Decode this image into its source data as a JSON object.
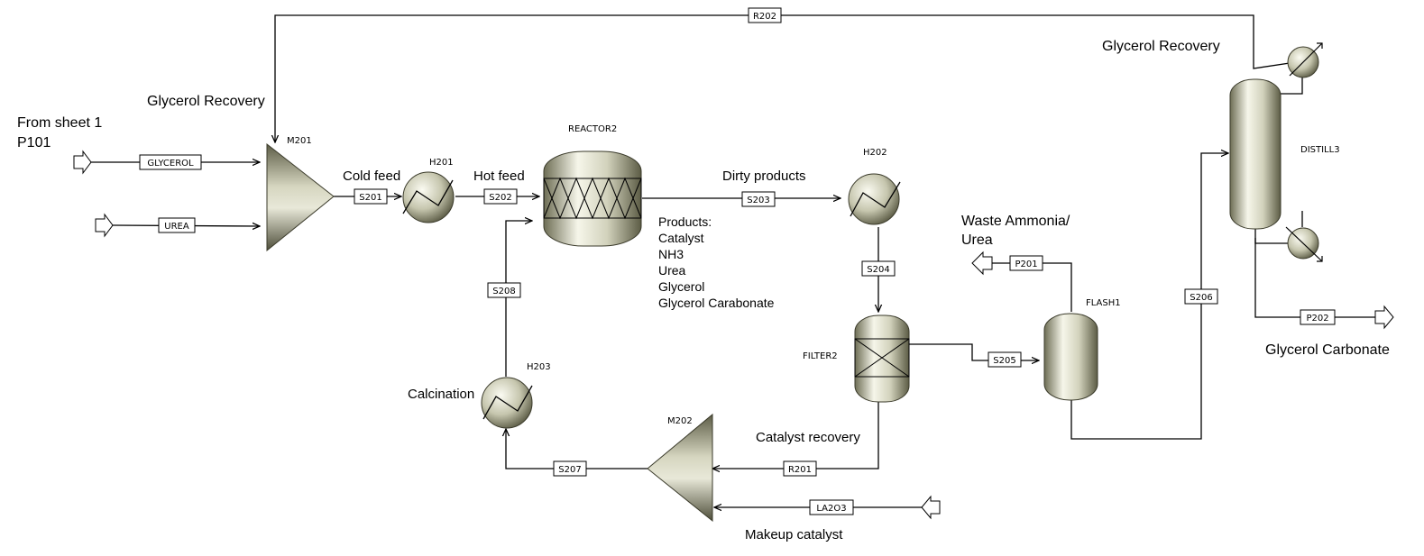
{
  "blocks": {
    "m201": "M201",
    "h201": "H201",
    "reactor2": "REACTOR2",
    "h202": "H202",
    "filter2": "FILTER2",
    "flash1": "FLASH1",
    "distill3": "DISTILL3",
    "h203": "H203",
    "m202": "M202"
  },
  "streams": {
    "r202": "R202",
    "glycerol": "GLYCEROL",
    "urea": "UREA",
    "s201": "S201",
    "s202": "S202",
    "s203": "S203",
    "s204": "S204",
    "s205": "S205",
    "s206": "S206",
    "s207": "S207",
    "s208": "S208",
    "p201": "P201",
    "p202": "P202",
    "r201": "R201",
    "la2o3": "LA2O3"
  },
  "notes": {
    "glycerol_recovery_left": "Glycerol Recovery",
    "glycerol_recovery_right": "Glycerol Recovery",
    "from_sheet_line1": "From sheet 1",
    "from_sheet_line2": "P101",
    "cold_feed": "Cold feed",
    "hot_feed": "Hot feed",
    "dirty_products": "Dirty products",
    "products_list": [
      "Products:",
      "Catalyst",
      "NH3",
      "Urea",
      "Glycerol",
      "Glycerol Carabonate"
    ],
    "waste_line1": "Waste Ammonia/",
    "waste_line2": "Urea",
    "calcination": "Calcination",
    "catalyst_recovery": "Catalyst recovery",
    "makeup_catalyst": "Makeup catalyst",
    "glycerol_carbonate": "Glycerol Carbonate"
  },
  "colors": {
    "equipment_light": "#f4f4e6",
    "equipment_mid": "#b8b89c",
    "equipment_dark": "#55553e",
    "line": "#000000"
  }
}
